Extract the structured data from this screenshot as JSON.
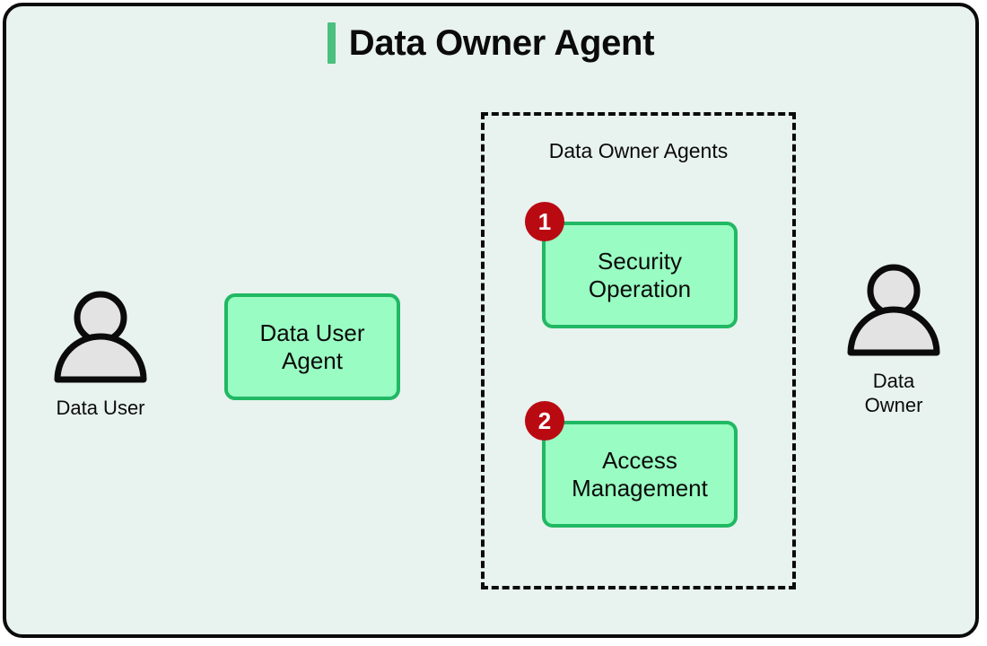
{
  "diagram": {
    "title": "Data Owner Agent",
    "accent_color": "#4cc07e",
    "background_color": "#e8f2ee",
    "frame_color": "#0b0b0b",
    "box_fill_color": "#99fcc2",
    "box_border_color": "#21b863",
    "badge_color": "#b90a12",
    "actors": [
      {
        "id": "data-user",
        "label": "Data User",
        "icon": "person-icon"
      },
      {
        "id": "data-owner",
        "label": "Data\nOwner",
        "icon": "person-icon"
      }
    ],
    "boxes": [
      {
        "id": "data-user-agent",
        "label": "Data User\nAgent"
      },
      {
        "id": "security-operation",
        "label": "Security\nOperation",
        "badge": "1"
      },
      {
        "id": "access-management",
        "label": "Access\nManagement",
        "badge": "2"
      }
    ],
    "group": {
      "id": "data-owner-agents",
      "label": "Data Owner Agents",
      "border_style": "dashed"
    }
  }
}
